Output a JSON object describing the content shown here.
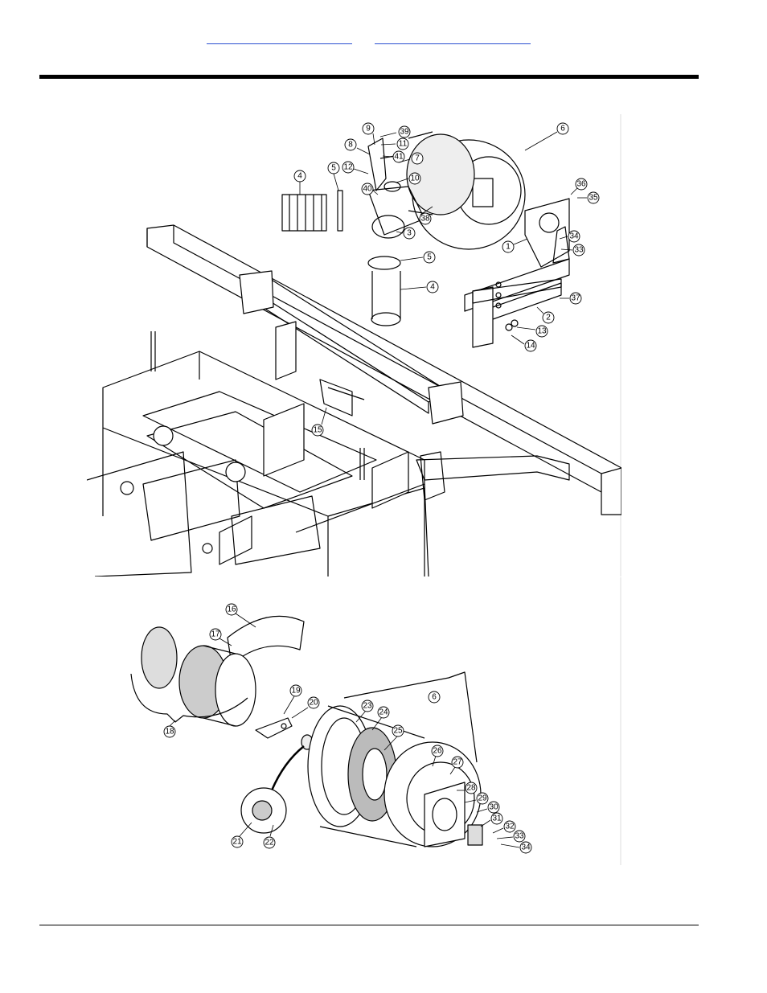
{
  "header": {
    "link_left": "",
    "link_right": "",
    "link_color": "#2a4fd0"
  },
  "figure_top": {
    "callouts": [
      "9",
      "39",
      "11",
      "8",
      "41",
      "7",
      "12",
      "10",
      "40",
      "6",
      "38",
      "36",
      "35",
      "4",
      "5",
      "3",
      "1",
      "34",
      "33",
      "5",
      "4",
      "37",
      "2",
      "13",
      "14",
      "15"
    ]
  },
  "figure_bottom": {
    "callouts": [
      "16",
      "17",
      "18",
      "19",
      "20",
      "23",
      "24",
      "6",
      "25",
      "26",
      "27",
      "28",
      "29",
      "30",
      "31",
      "32",
      "33",
      "34",
      "21",
      "22"
    ]
  }
}
